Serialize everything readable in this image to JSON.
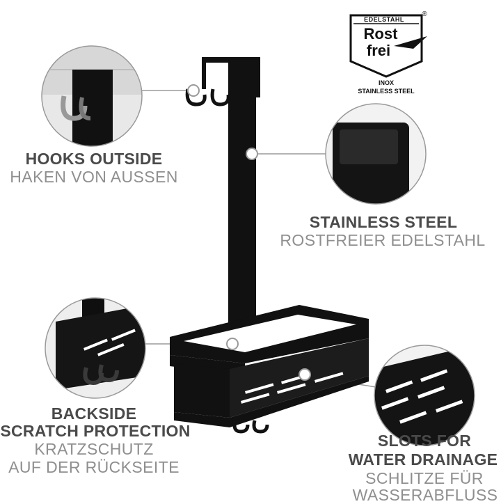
{
  "badge": {
    "top": "EDELSTAHL",
    "registered": "®",
    "line1": "Rost",
    "line2": "frei",
    "sub1": "INOX",
    "sub2": "STAINLESS STEEL"
  },
  "features": {
    "hooks": {
      "en": "HOOKS OUTSIDE",
      "de": "HAKEN VON AUSSEN"
    },
    "steel": {
      "en": "STAINLESS STEEL",
      "de": "ROSTFREIER EDELSTAHL"
    },
    "scratch": {
      "en_line1": "BACKSIDE",
      "en_line2": "SCRATCH PROTECTION",
      "de_line1": "KRATZSCHUTZ",
      "de_line2": "AUF DER RÜCKSEITE"
    },
    "slots": {
      "en_line1": "SLOTS FOR",
      "en_line2": "WATER DRAINAGE",
      "de_line1": "SCHLITZE FÜR",
      "de_line2": "WASSERABFLUSS"
    }
  },
  "colors": {
    "product": "#111111",
    "heading": "#4a4a4a",
    "subheading": "#8f8f8f",
    "connector": "#9a9a9a"
  }
}
